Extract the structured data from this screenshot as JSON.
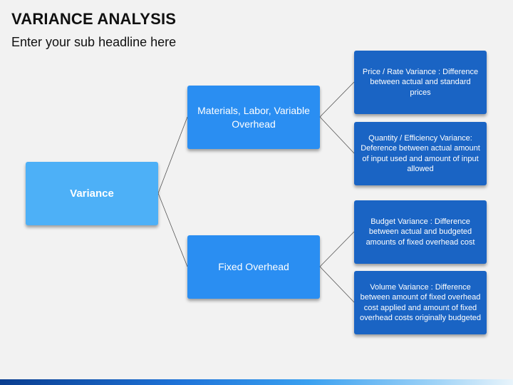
{
  "slide": {
    "title": "VARIANCE ANALYSIS",
    "subtitle": "Enter your sub headline here"
  },
  "diagram": {
    "root": {
      "label": "Variance"
    },
    "branches": [
      {
        "label": "Materials, Labor, Variable Overhead",
        "children": [
          "Price / Rate Variance : Difference between actual and standard prices",
          "Quantity / Efficiency Variance: Deference between actual amount of input used and amount of input allowed"
        ]
      },
      {
        "label": "Fixed Overhead",
        "children": [
          "Budget Variance : Difference between actual and budgeted amounts of fixed overhead cost",
          "Volume Variance : Difference between amount of fixed overhead cost applied and amount of fixed overhead costs originally budgeted"
        ]
      }
    ]
  },
  "colors": {
    "root_box": "#4db0f7",
    "mid_box": "#2a8ef2",
    "leaf_box": "#1a64c4",
    "background": "#f2f2f2",
    "connector": "#555555"
  }
}
